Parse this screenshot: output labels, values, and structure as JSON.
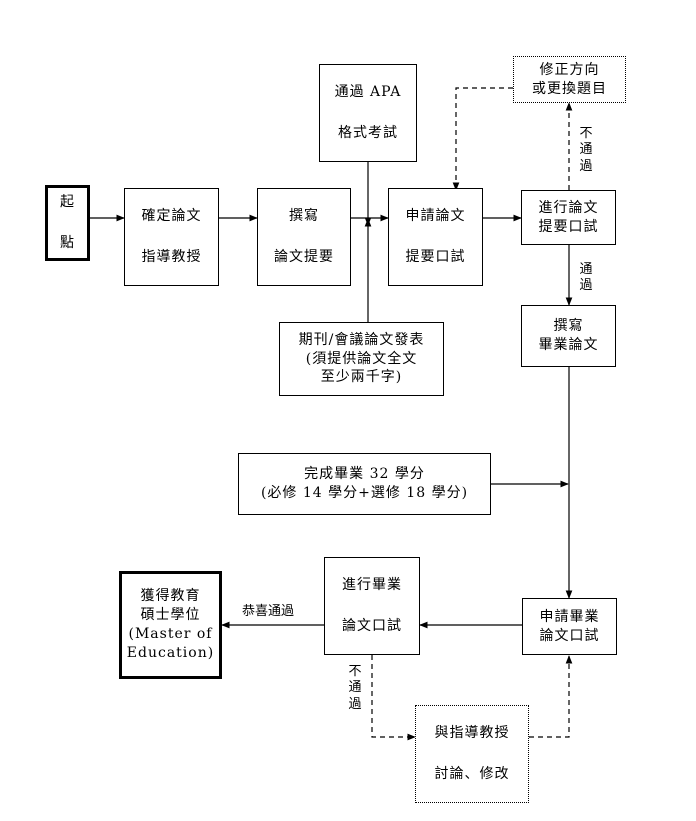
{
  "nodes": {
    "start": [
      "起",
      "點"
    ],
    "confirm_advisor": [
      "確定論文",
      "指導教授"
    ],
    "write_proposal": [
      "撰寫",
      "論文提要"
    ],
    "apa_exam": [
      "通過 APA",
      "格式考試"
    ],
    "journal_pub": [
      "期刊/會議論文發表",
      "(須提供論文全文",
      "至少兩千字)"
    ],
    "apply_proposal": [
      "申請論文",
      "提要口試"
    ],
    "proposal_defense": [
      "進行論文",
      "提要口試"
    ],
    "revise": [
      "修正方向",
      "或更換題目"
    ],
    "write_thesis": [
      "撰寫",
      "畢業論文"
    ],
    "credits": [
      "完成畢業 32 學分",
      "(必修 14 學分+選修 18 學分)"
    ],
    "apply_final": [
      "申請畢業",
      "論文口試"
    ],
    "final_defense": [
      "進行畢業",
      "論文口試"
    ],
    "discuss": [
      "與指導教授",
      "討論、修改"
    ],
    "degree": [
      "獲得教育",
      "碩士學位",
      "(Master of",
      "Education)"
    ]
  },
  "labels": {
    "fail_1": [
      "不",
      "通",
      "過"
    ],
    "pass_1": [
      "通",
      "過"
    ],
    "fail_2": [
      "不",
      "通",
      "過"
    ],
    "congrats": "恭喜通過"
  }
}
